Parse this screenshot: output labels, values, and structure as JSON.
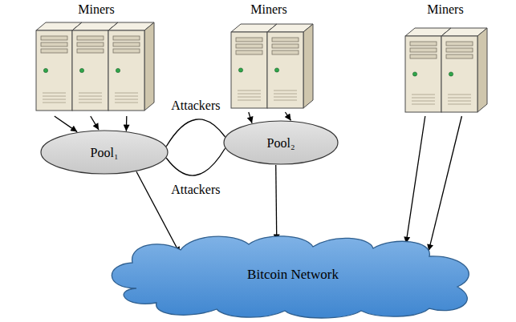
{
  "diagram": {
    "nodes": [
      {
        "text": [
          "Miners"
        ]
      },
      {
        "text": [
          "Miners"
        ]
      },
      {
        "text": [
          "Miners"
        ]
      },
      {
        "text": [
          "Pool₁"
        ]
      },
      {
        "text": [
          "Pool₂"
        ]
      },
      {
        "text": [
          "Bitcoin Network"
        ]
      }
    ],
    "edges": [
      {
        "from": 0,
        "to": 3,
        "arrow": "to"
      },
      {
        "from": 0,
        "to": 3,
        "arrow": "to"
      },
      {
        "from": 0,
        "to": 3,
        "arrow": "to"
      },
      {
        "from": 1,
        "to": 4,
        "arrow": "to"
      },
      {
        "from": 1,
        "to": 4,
        "arrow": "to"
      },
      {
        "from": 2,
        "to": 5,
        "arrow": "to"
      },
      {
        "from": 2,
        "to": 5,
        "arrow": "to"
      },
      {
        "from": 3,
        "to": 4,
        "label": "Attackers",
        "arrow": "none"
      },
      {
        "from": 3,
        "to": 4,
        "label": "Attackers",
        "arrow": "none"
      },
      {
        "from": 3,
        "to": 5,
        "arrow": "to"
      },
      {
        "from": 4,
        "to": 5,
        "arrow": "to"
      }
    ]
  }
}
